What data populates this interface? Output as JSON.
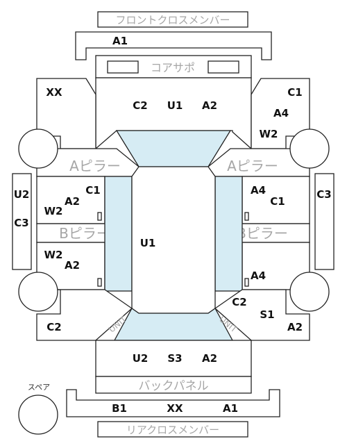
{
  "bars": {
    "front_cross_member": "フロントクロスメンバー",
    "core_support": "コアサポ",
    "back_panel": "バックパネル",
    "rear_cross_member": "リアクロスメンバー"
  },
  "pillars": {
    "a_pillar_left": "Aピラー",
    "a_pillar_right": "Aピラー",
    "b_pillar_left": "Bピラー",
    "b_pillar_right": "Bピラー"
  },
  "spare": "スペア",
  "unit_text": "UNIT",
  "codes": {
    "front_member": "A1",
    "hood_1": "C2",
    "hood_2": "U1",
    "hood_3": "A2",
    "front_left_fender": "XX",
    "front_right_fender_1": "C1",
    "front_right_fender_2": "A4",
    "front_right_fender_3": "W2",
    "left_side_1": "U2",
    "left_side_2": "C3",
    "right_side": "C3",
    "front_left_door_1": "C1",
    "front_left_door_2": "A2",
    "front_left_door_3": "W2",
    "front_right_door_1": "A4",
    "front_right_door_2": "C1",
    "roof": "U1",
    "rear_left_door_1": "W2",
    "rear_left_door_2": "A2",
    "rear_right_door": "A4",
    "rear_left_fender": "C2",
    "rear_right_fender_1": "C2",
    "rear_right_fender_2": "S1",
    "rear_right_fender_3": "A2",
    "trunk_1": "U2",
    "trunk_2": "S3",
    "trunk_3": "A2",
    "rear_member_1": "B1",
    "rear_member_2": "XX",
    "rear_member_3": "A1"
  },
  "colors": {
    "glass": "#d6ecf4",
    "outline": "#222222",
    "label_gray": "#a6a6a6"
  }
}
